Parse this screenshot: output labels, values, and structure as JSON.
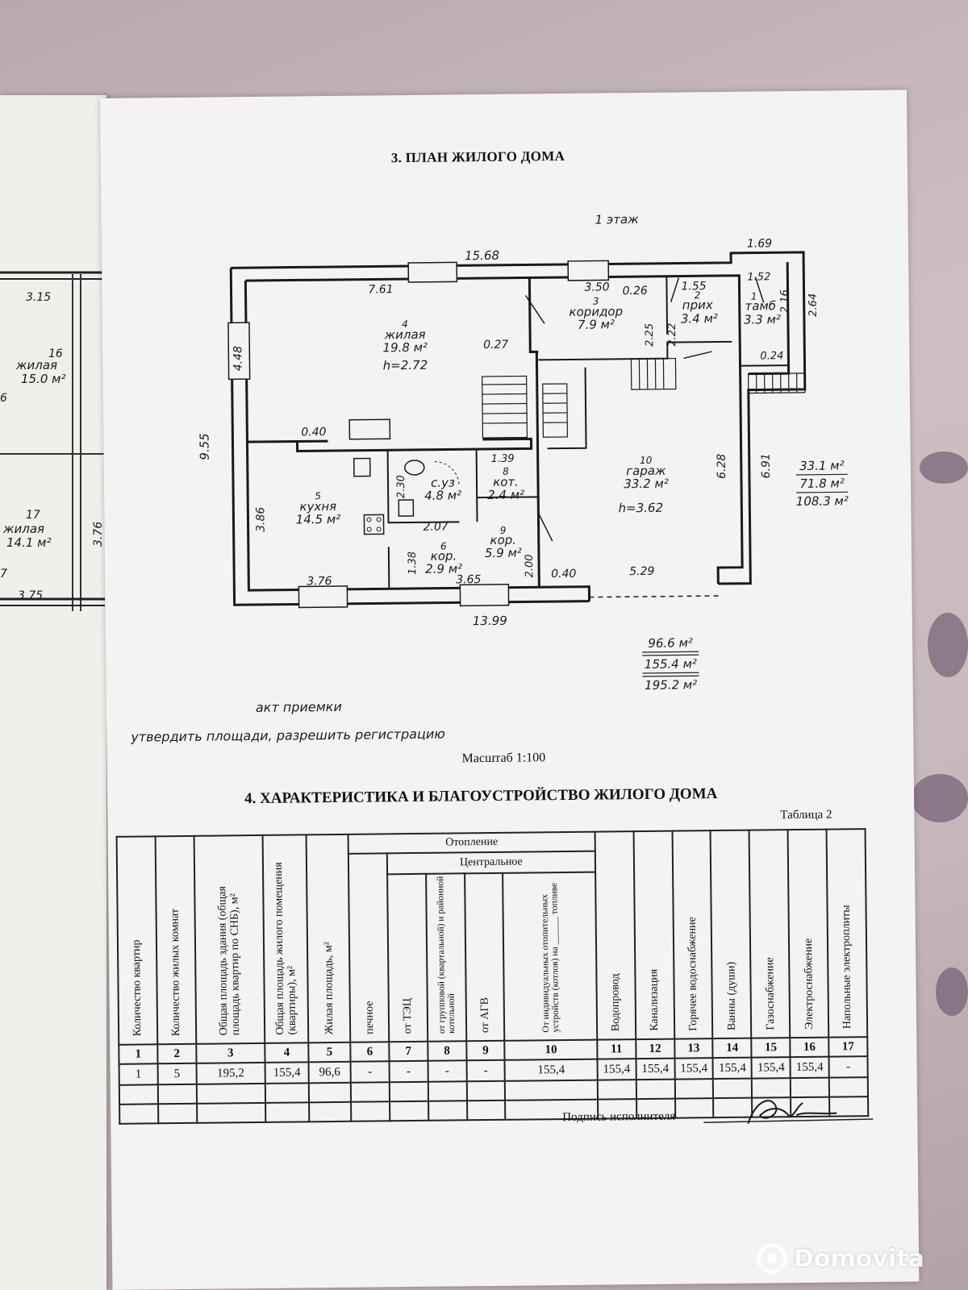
{
  "title": "3. ПЛАН ЖИЛОГО ДОМА",
  "floor": "1 этаж",
  "plan": {
    "dims": {
      "top_total": "15.68",
      "left_total": "9.55",
      "bottom_total": "13.99",
      "right_a": "6.91",
      "right_b": "2.64",
      "tr_top": "1.69",
      "r4_w": "7.61",
      "r4_h": "4.48",
      "r3_w": "3.50",
      "d026": "0.26",
      "d155": "1.55",
      "d152": "1.52",
      "d216": "2.16",
      "d222": "2.22",
      "d225": "2.25",
      "d027": "0.27",
      "d024": "0.24",
      "d040a": "0.40",
      "r5_h": "3.86",
      "r5_w": "3.76",
      "d230": "2.30",
      "d207": "2.07",
      "d139": "1.39",
      "d138": "1.38",
      "d365": "3.65",
      "d200": "2.00",
      "d040b": "0.40",
      "r10_w": "5.29",
      "r10_h": "6.28"
    },
    "rooms": [
      {
        "num": "4",
        "name": "жилая",
        "area": "19.8 м²",
        "h": "h=2.72"
      },
      {
        "num": "3",
        "name": "коридор",
        "area": "7.9 м²"
      },
      {
        "num": "2",
        "name": "прих",
        "area": "3.4 м²"
      },
      {
        "num": "1",
        "name": "тамб",
        "area": "3.3 м²"
      },
      {
        "num": "5",
        "name": "кухня",
        "area": "14.5 м²"
      },
      {
        "num": "",
        "name": "с.уз",
        "area": "4.8 м²"
      },
      {
        "num": "8",
        "name": "кот.",
        "area": "2.4 м²"
      },
      {
        "num": "9",
        "name": "кор.",
        "area": "5.9 м²"
      },
      {
        "num": "6",
        "name": "кор.",
        "area": "2.9 м²"
      },
      {
        "num": "10",
        "name": "гараж",
        "area": "33.2 м²",
        "h": "h=3.62"
      }
    ],
    "floor_sum": [
      "33.1 м²",
      "71.8 м²",
      "108.3 м²"
    ],
    "total_sum": [
      "96.6 м²",
      "155.4 м²",
      "195.2 м²"
    ],
    "left_page": {
      "d315": "3.15",
      "r16_num": "16",
      "r16_name": "жилая",
      "r16_area": "15.0 м²",
      "d6": "6",
      "r17_num": "17",
      "r17_name": "жилая",
      "r17_area": "14.1 м²",
      "d376": "3.76",
      "d7": "7",
      "d375": "3.75"
    }
  },
  "note1": "акт приемки",
  "note2": "утвердить площади, разрешить регистрацию",
  "scale": "Масштаб  1:100",
  "section4_title": "4. ХАРАКТЕРИСТИКА И БЛАГОУСТРОЙСТВО ЖИЛОГО ДОМА",
  "table_label": "Таблица 2",
  "table": {
    "heating": "Отопление",
    "central": "Центральное",
    "headers": [
      "Количество квартир",
      "Количество жилых комнат",
      "Общая площадь здания (общая площадь квартир по СНБ), м²",
      "Общая площадь жилого помещения (квартиры), м²",
      "Жилая площадь, м²",
      "печное",
      "от ТЭЦ",
      "от групповой (квартальной) и районной котельной",
      "от АГВ",
      "От индивидуальных отопительных устройств (котлов) на ______ топливе",
      "Водопровод",
      "Канализация",
      "Горячее водоснабжение",
      "Ванны (души)",
      "Газоснабжение",
      "Электроснабжение",
      "Напольные электроплиты"
    ],
    "numbers": [
      "1",
      "2",
      "3",
      "4",
      "5",
      "6",
      "7",
      "8",
      "9",
      "10",
      "11",
      "12",
      "13",
      "14",
      "15",
      "16",
      "17"
    ],
    "values": [
      "1",
      "5",
      "195,2",
      "155,4",
      "96,6",
      "-",
      "-",
      "-",
      "-",
      "155,4",
      "155,4",
      "155,4",
      "155,4",
      "155,4",
      "155,4",
      "155,4",
      "-"
    ]
  },
  "signature_label": "Подпись исполнителя",
  "watermark": "Domovita"
}
